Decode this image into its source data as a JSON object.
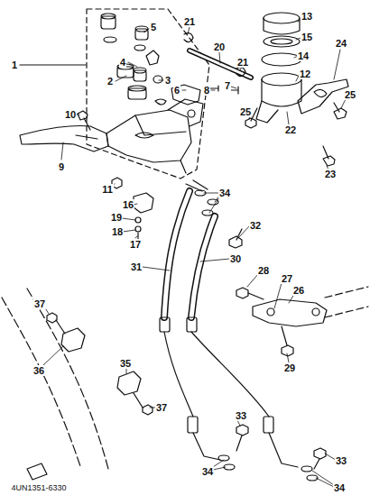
{
  "diagram": {
    "labels": [
      "1",
      "2",
      "3",
      "4",
      "5",
      "6",
      "7",
      "8",
      "9",
      "10",
      "11",
      "12",
      "13",
      "14",
      "15",
      "16",
      "17",
      "18",
      "19",
      "20",
      "21",
      "21",
      "22",
      "23",
      "24",
      "25",
      "25",
      "26",
      "27",
      "28",
      "29",
      "30",
      "31",
      "32",
      "33",
      "33",
      "34",
      "34",
      "34",
      "35",
      "36",
      "37",
      "37",
      "4UN1351-6330"
    ]
  }
}
